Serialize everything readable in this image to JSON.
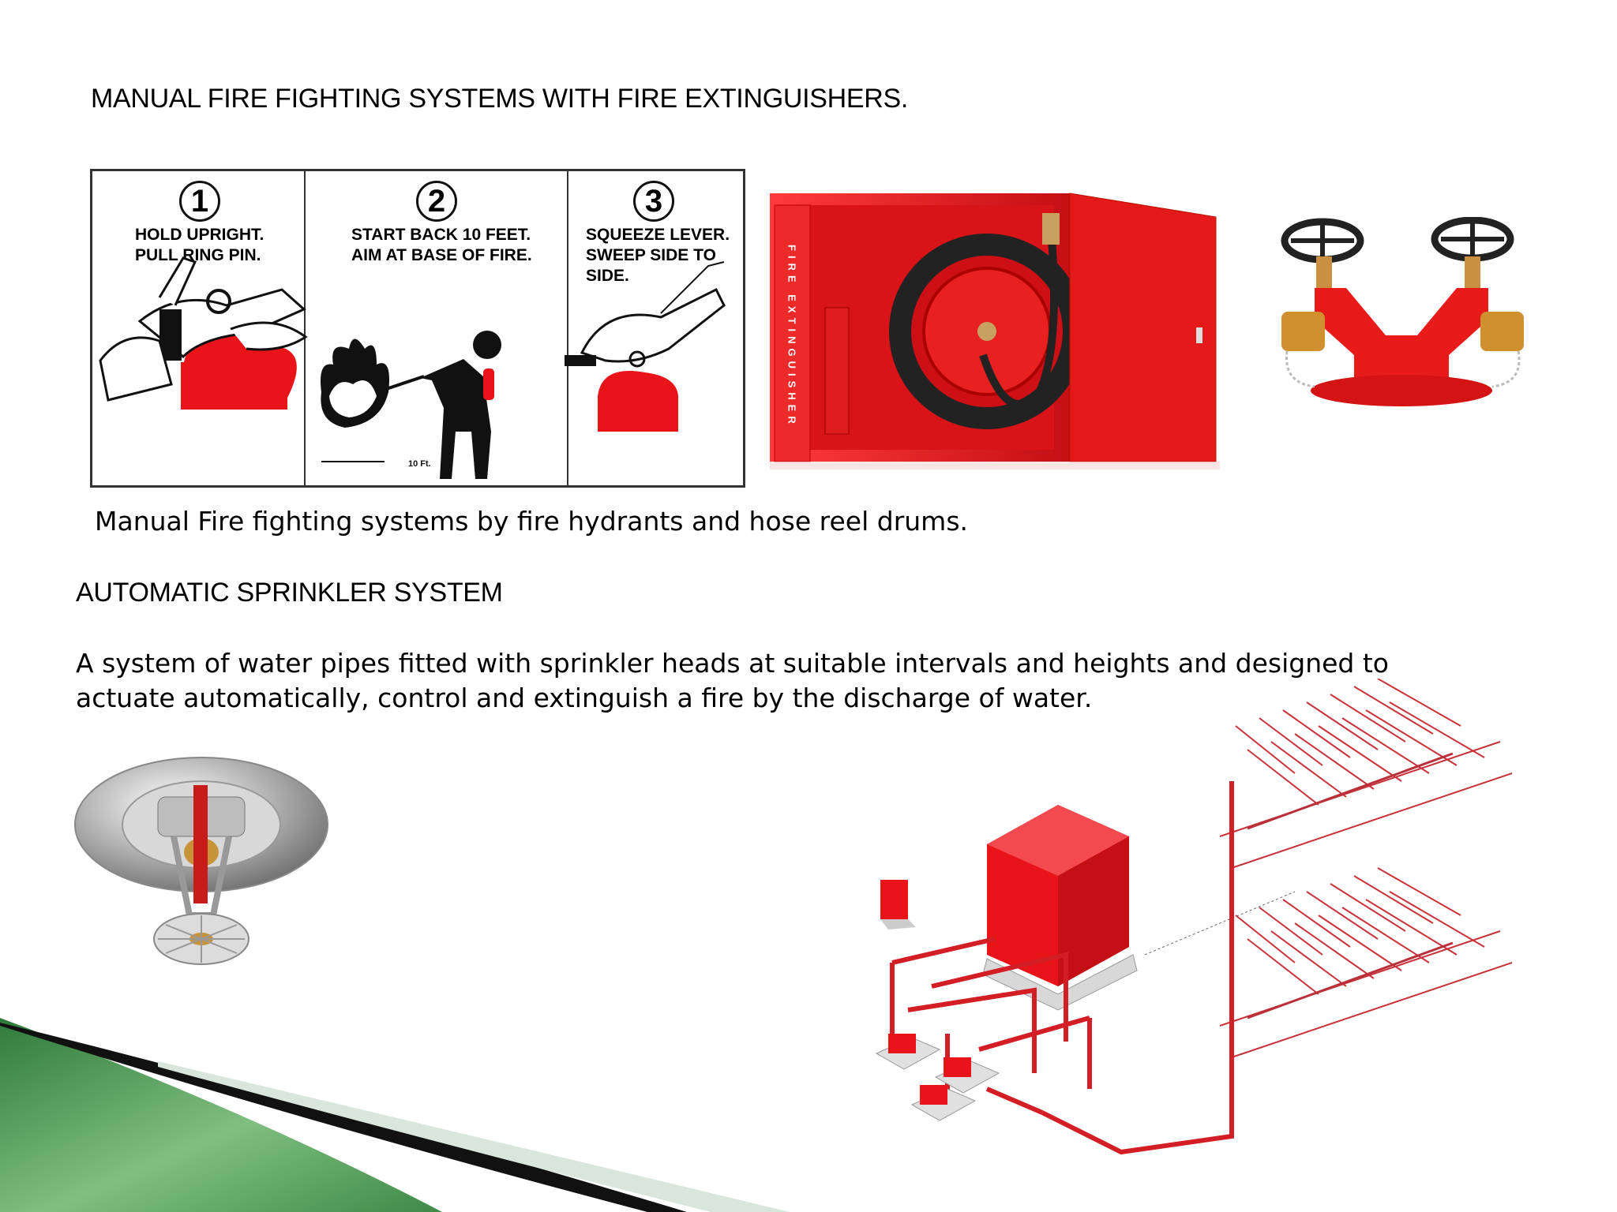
{
  "slide": {
    "title_manual": "MANUAL FIRE FIGHTING SYSTEMS WITH FIRE EXTINGUISHERS.",
    "caption_hydrants": "Manual Fire fighting systems by fire hydrants and hose reel drums.",
    "title_automatic": "AUTOMATIC SPRINKLER SYSTEM",
    "description_line1": "A system of water pipes fitted with sprinkler heads at suitable intervals and heights and designed to",
    "description_line2": "actuate automatically, control and extinguish a fire by the discharge of water."
  },
  "extinguisher_steps": [
    {
      "number": "1",
      "text": "HOLD UPRIGHT.\nPULL RING PIN."
    },
    {
      "number": "2",
      "text": "START BACK 10 FEET.\nAIM AT BASE OF FIRE."
    },
    {
      "number": "3",
      "text": "SQUEEZE LEVER.\nSWEEP SIDE TO\nSIDE."
    }
  ],
  "distance_label": "10 Ft.",
  "cabinet_label": "FIRE EXTINGUISHER",
  "colors": {
    "fire_red": "#e8141a",
    "dark_green": "#2f7a3a",
    "light_green": "#7fbf7f"
  }
}
